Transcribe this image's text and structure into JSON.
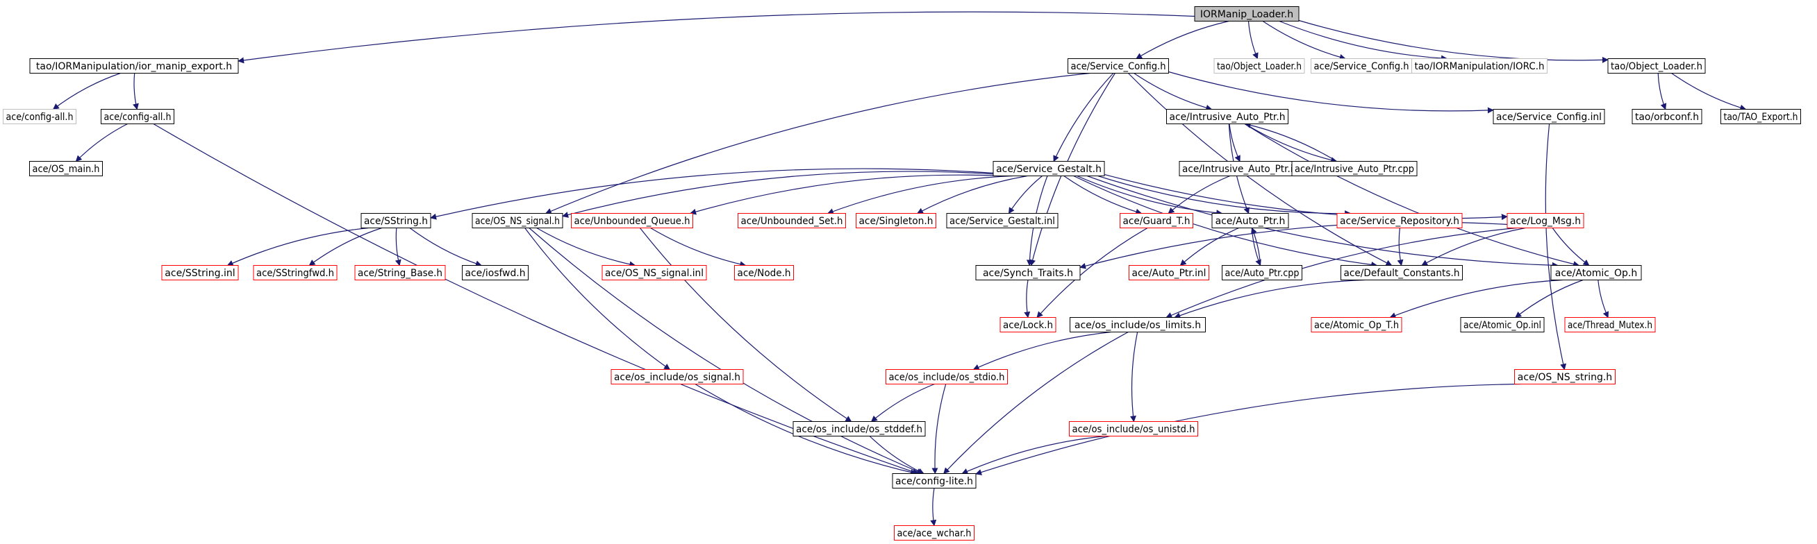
{
  "colors": {
    "edge": "#191970",
    "box_default": "#000000",
    "box_external": "#bfbfbf",
    "box_incomplete": "#ff0000",
    "root_fill": "#bfbfbf",
    "text": "#000000"
  },
  "nodes": [
    {
      "id": "root",
      "label": "IORManip_Loader.h",
      "style": "root"
    },
    {
      "id": "n_export",
      "label": "tao/IORManipulation/ior_manip_export.h",
      "style": "default"
    },
    {
      "id": "n_svccfg",
      "label": "ace/Service_Config.h",
      "style": "default"
    },
    {
      "id": "n_taoobjloader",
      "label": "tao/Object_Loader.h",
      "style": "external"
    },
    {
      "id": "n_acesvccfg",
      "label": "ace/Service_Config.h",
      "style": "external"
    },
    {
      "id": "n_iorc",
      "label": "tao/IORManipulation/IORC.h",
      "style": "external"
    },
    {
      "id": "n_objloader2",
      "label": "tao/Object_Loader.h",
      "style": "default"
    },
    {
      "id": "n_configall_ext",
      "label": "ace/config-all.h",
      "style": "external"
    },
    {
      "id": "n_configall",
      "label": "ace/config-all.h",
      "style": "default"
    },
    {
      "id": "n_osmain",
      "label": "ace/OS_main.h",
      "style": "default"
    },
    {
      "id": "n_iap",
      "label": "ace/Intrusive_Auto_Ptr.h",
      "style": "default"
    },
    {
      "id": "n_svccfginl",
      "label": "ace/Service_Config.inl",
      "style": "default"
    },
    {
      "id": "n_orbconf",
      "label": "tao/orbconf.h",
      "style": "default"
    },
    {
      "id": "n_taoexport",
      "label": "tao/TAO_Export.h",
      "style": "default"
    },
    {
      "id": "n_iapinl",
      "label": "ace/Intrusive_Auto_Ptr.inl",
      "style": "default"
    },
    {
      "id": "n_iapcpp",
      "label": "ace/Intrusive_Auto_Ptr.cpp",
      "style": "default"
    },
    {
      "id": "n_gestalt",
      "label": "ace/Service_Gestalt.h",
      "style": "default"
    },
    {
      "id": "n_sstring",
      "label": "ace/SString.h",
      "style": "default"
    },
    {
      "id": "n_osnssignal",
      "label": "ace/OS_NS_signal.h",
      "style": "default"
    },
    {
      "id": "n_unbq",
      "label": "ace/Unbounded_Queue.h",
      "style": "incomplete"
    },
    {
      "id": "n_unbset",
      "label": "ace/Unbounded_Set.h",
      "style": "incomplete"
    },
    {
      "id": "n_singleton",
      "label": "ace/Singleton.h",
      "style": "incomplete"
    },
    {
      "id": "n_gestaltinl",
      "label": "ace/Service_Gestalt.inl",
      "style": "default"
    },
    {
      "id": "n_guard",
      "label": "ace/Guard_T.h",
      "style": "incomplete"
    },
    {
      "id": "n_autoptr",
      "label": "ace/Auto_Ptr.h",
      "style": "default"
    },
    {
      "id": "n_svcrepo",
      "label": "ace/Service_Repository.h",
      "style": "incomplete"
    },
    {
      "id": "n_logmsg",
      "label": "ace/Log_Msg.h",
      "style": "incomplete"
    },
    {
      "id": "n_sstringinl",
      "label": "ace/SString.inl",
      "style": "incomplete"
    },
    {
      "id": "n_sstringfwd",
      "label": "ace/SStringfwd.h",
      "style": "incomplete"
    },
    {
      "id": "n_stringbase",
      "label": "ace/String_Base.h",
      "style": "incomplete"
    },
    {
      "id": "n_iosfwd",
      "label": "ace/iosfwd.h",
      "style": "default"
    },
    {
      "id": "n_osnssignalinl",
      "label": "ace/OS_NS_signal.inl",
      "style": "incomplete"
    },
    {
      "id": "n_node",
      "label": "ace/Node.h",
      "style": "incomplete"
    },
    {
      "id": "n_synch",
      "label": "ace/Synch_Traits.h",
      "style": "default"
    },
    {
      "id": "n_autoptrinl",
      "label": "ace/Auto_Ptr.inl",
      "style": "incomplete"
    },
    {
      "id": "n_autoptrcpp",
      "label": "ace/Auto_Ptr.cpp",
      "style": "default"
    },
    {
      "id": "n_defconst",
      "label": "ace/Default_Constants.h",
      "style": "default"
    },
    {
      "id": "n_atomic",
      "label": "ace/Atomic_Op.h",
      "style": "default"
    },
    {
      "id": "n_lock",
      "label": "ace/Lock.h",
      "style": "incomplete"
    },
    {
      "id": "n_oslimits",
      "label": "ace/os_include/os_limits.h",
      "style": "default"
    },
    {
      "id": "n_atomict",
      "label": "ace/Atomic_Op_T.h",
      "style": "incomplete"
    },
    {
      "id": "n_atomicinl",
      "label": "ace/Atomic_Op.inl",
      "style": "default"
    },
    {
      "id": "n_threadmutex",
      "label": "ace/Thread_Mutex.h",
      "style": "incomplete"
    },
    {
      "id": "n_ossignal",
      "label": "ace/os_include/os_signal.h",
      "style": "incomplete"
    },
    {
      "id": "n_osstdio",
      "label": "ace/os_include/os_stdio.h",
      "style": "incomplete"
    },
    {
      "id": "n_osnsstring",
      "label": "ace/OS_NS_string.h",
      "style": "incomplete"
    },
    {
      "id": "n_osstddef",
      "label": "ace/os_include/os_stddef.h",
      "style": "default"
    },
    {
      "id": "n_osunistd",
      "label": "ace/os_include/os_unistd.h",
      "style": "incomplete"
    },
    {
      "id": "n_configlite",
      "label": "ace/config-lite.h",
      "style": "default"
    },
    {
      "id": "n_wchar",
      "label": "ace/ace_wchar.h",
      "style": "incomplete"
    }
  ],
  "edges": [
    [
      "root",
      "n_export"
    ],
    [
      "root",
      "n_svccfg"
    ],
    [
      "root",
      "n_taoobjloader"
    ],
    [
      "root",
      "n_acesvccfg"
    ],
    [
      "root",
      "n_iorc"
    ],
    [
      "root",
      "n_objloader2"
    ],
    [
      "n_export",
      "n_configall_ext"
    ],
    [
      "n_export",
      "n_configall"
    ],
    [
      "n_configall",
      "n_osmain"
    ],
    [
      "n_configall",
      "n_configlite"
    ],
    [
      "n_objloader2",
      "n_orbconf"
    ],
    [
      "n_objloader2",
      "n_taoexport"
    ],
    [
      "n_svccfg",
      "n_gestalt"
    ],
    [
      "n_svccfg",
      "n_iap"
    ],
    [
      "n_svccfg",
      "n_svccfginl"
    ],
    [
      "n_svccfg",
      "n_osnssignal"
    ],
    [
      "n_svccfg",
      "n_synch"
    ],
    [
      "n_svccfg",
      "n_defconst"
    ],
    [
      "n_iap",
      "n_iapinl"
    ],
    [
      "n_iap",
      "n_iapcpp"
    ],
    [
      "n_iap",
      "n_atomic"
    ],
    [
      "n_iap",
      "n_autoptr"
    ],
    [
      "n_iapcpp",
      "n_iap"
    ],
    [
      "n_iapinl",
      "n_guard"
    ],
    [
      "n_svccfginl",
      "n_osnsstring"
    ],
    [
      "n_gestalt",
      "n_sstring"
    ],
    [
      "n_gestalt",
      "n_osnssignal"
    ],
    [
      "n_gestalt",
      "n_unbq"
    ],
    [
      "n_gestalt",
      "n_unbset"
    ],
    [
      "n_gestalt",
      "n_singleton"
    ],
    [
      "n_gestalt",
      "n_gestaltinl"
    ],
    [
      "n_gestalt",
      "n_guard"
    ],
    [
      "n_gestalt",
      "n_autoptr"
    ],
    [
      "n_gestalt",
      "n_svcrepo"
    ],
    [
      "n_gestalt",
      "n_logmsg"
    ],
    [
      "n_gestalt",
      "n_synch"
    ],
    [
      "n_gestalt",
      "n_defconst"
    ],
    [
      "n_gestalt",
      "n_atomic"
    ],
    [
      "n_sstring",
      "n_sstringinl"
    ],
    [
      "n_sstring",
      "n_sstringfwd"
    ],
    [
      "n_sstring",
      "n_stringbase"
    ],
    [
      "n_sstring",
      "n_iosfwd"
    ],
    [
      "n_osnssignal",
      "n_osnssignalinl"
    ],
    [
      "n_osnssignal",
      "n_ossignal"
    ],
    [
      "n_osnssignal",
      "n_configlite"
    ],
    [
      "n_unbq",
      "n_node"
    ],
    [
      "n_unbq",
      "n_osstddef"
    ],
    [
      "n_guard",
      "n_lock"
    ],
    [
      "n_autoptr",
      "n_autoptrinl"
    ],
    [
      "n_autoptr",
      "n_autoptrcpp"
    ],
    [
      "n_autoptrcpp",
      "n_autoptr"
    ],
    [
      "n_svcrepo",
      "n_defconst"
    ],
    [
      "n_logmsg",
      "n_synch"
    ],
    [
      "n_logmsg",
      "n_defconst"
    ],
    [
      "n_logmsg",
      "n_atomic"
    ],
    [
      "n_logmsg",
      "n_oslimits"
    ],
    [
      "n_synch",
      "n_lock"
    ],
    [
      "n_defconst",
      "n_oslimits"
    ],
    [
      "n_atomic",
      "n_atomict"
    ],
    [
      "n_atomic",
      "n_atomicinl"
    ],
    [
      "n_atomic",
      "n_threadmutex"
    ],
    [
      "n_oslimits",
      "n_osstdio"
    ],
    [
      "n_oslimits",
      "n_osunistd"
    ],
    [
      "n_oslimits",
      "n_configlite"
    ],
    [
      "n_ossignal",
      "n_configlite"
    ],
    [
      "n_osstdio",
      "n_osstddef"
    ],
    [
      "n_osstdio",
      "n_configlite"
    ],
    [
      "n_osstddef",
      "n_configlite"
    ],
    [
      "n_osunistd",
      "n_configlite"
    ],
    [
      "n_osnsstring",
      "n_configlite"
    ],
    [
      "n_configlite",
      "n_wchar"
    ]
  ]
}
